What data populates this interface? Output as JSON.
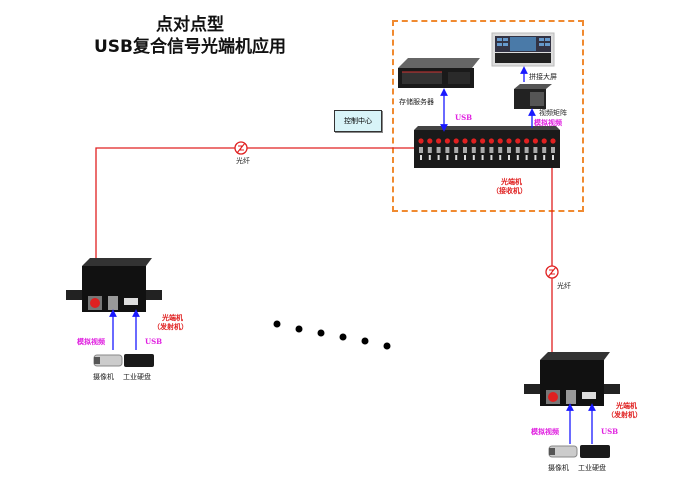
{
  "title": {
    "line1": "点对点型",
    "line2": "USB复合信号光端机应用"
  },
  "control_center": {
    "label": "控制中心",
    "storage_server": "存储服务器",
    "video_wall": "拼接大屏",
    "video_matrix": "视频矩阵",
    "usb_label": "USB",
    "analog_video_label": "模拟视频",
    "receiver_label_line1": "光端机",
    "receiver_label_line2": "（接收机）"
  },
  "fiber_label": "光纤",
  "colors": {
    "fiber": "#e02020",
    "signal_arrow": "#1a1aff",
    "dashed_border": "#f08a30",
    "magenta_label": "#e020e0",
    "control_box_fill": "#d8f4f8"
  },
  "remote_sites": [
    {
      "transmitter_line1": "光端机",
      "transmitter_line2": "（发射机）",
      "analog_video_label": "模拟视频",
      "usb_label": "USB",
      "camera_label": "摄像机",
      "disk_label": "工业硬盘"
    },
    {
      "transmitter_line1": "光端机",
      "transmitter_line2": "（发射机）",
      "analog_video_label": "模拟视频",
      "usb_label": "USB",
      "camera_label": "摄像机",
      "disk_label": "工业硬盘"
    }
  ]
}
